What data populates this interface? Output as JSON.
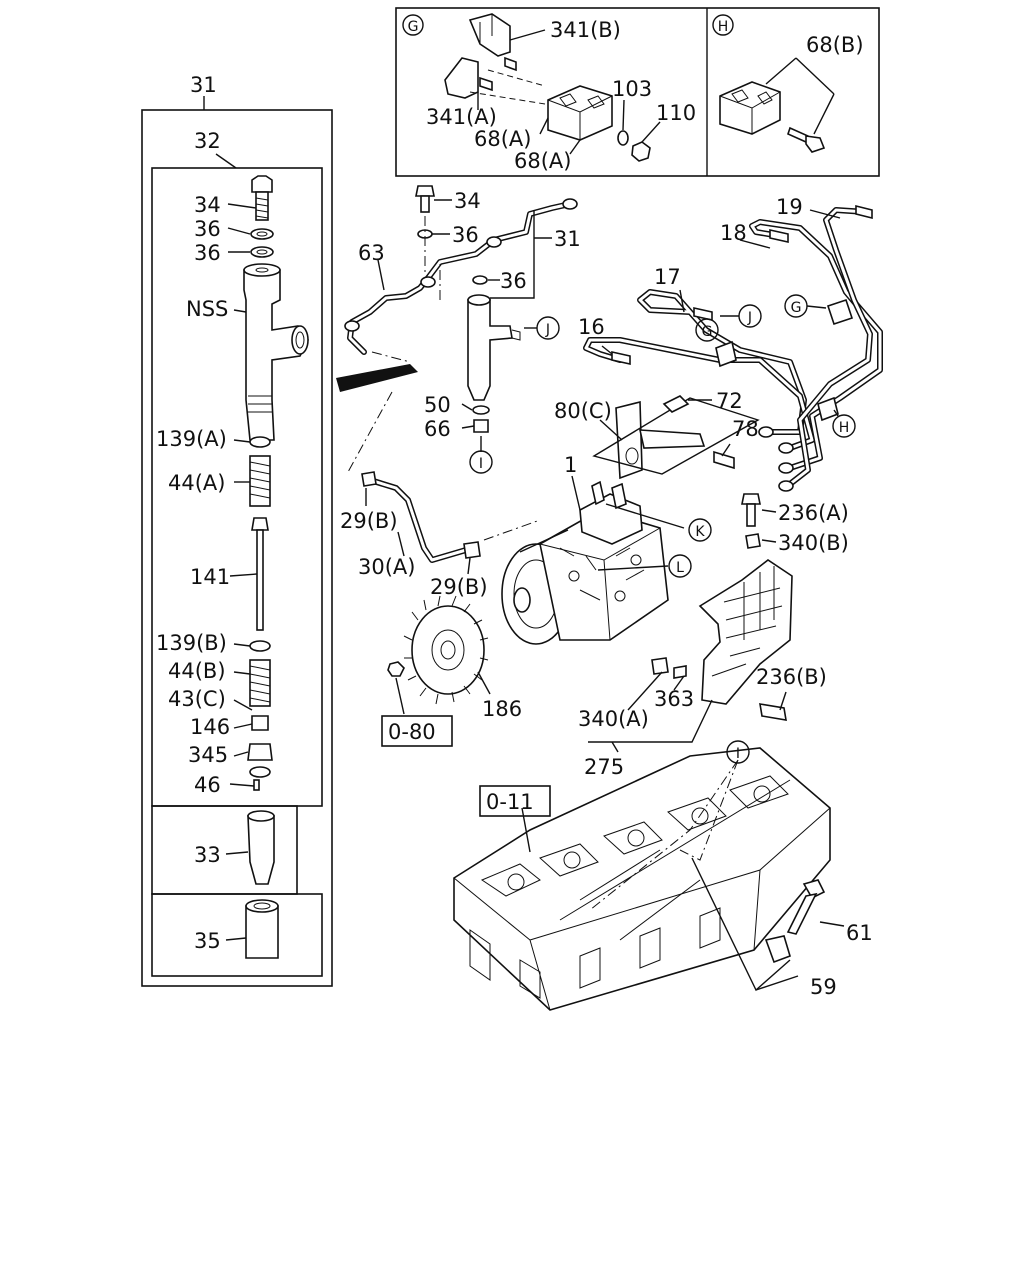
{
  "inset_g": {
    "marker": "G",
    "labels": [
      "341(B)",
      "341(A)",
      "68(A)",
      "68(A)",
      "103",
      "110"
    ]
  },
  "inset_h": {
    "marker": "H",
    "labels": [
      "68(B)"
    ]
  },
  "injector_assembly": {
    "outer_label": "31",
    "inner_label": "32",
    "parts": [
      {
        "label": "34"
      },
      {
        "label": "36"
      },
      {
        "label": "36"
      },
      {
        "label": "NSS"
      },
      {
        "label": "139(A)"
      },
      {
        "label": "44(A)"
      },
      {
        "label": "141"
      },
      {
        "label": "139(B)"
      },
      {
        "label": "44(B)"
      },
      {
        "label": "43(C)"
      },
      {
        "label": "146"
      },
      {
        "label": "345"
      },
      {
        "label": "46"
      }
    ],
    "nozzle_label": "33",
    "sleeve_label": "35"
  },
  "main_labels": [
    "34",
    "36",
    "31",
    "36",
    "63",
    "17",
    "18",
    "19",
    "16",
    "80(C)",
    "72",
    "78",
    "50",
    "66",
    "1",
    "29(B)",
    "30(A)",
    "29(B)",
    "236(A)",
    "340(B)",
    "186",
    "236(B)",
    "340(A)",
    "363",
    "275",
    "61",
    "59"
  ],
  "circle_markers": [
    "J",
    "G",
    "J",
    "G",
    "H",
    "I",
    "K",
    "L",
    "I"
  ],
  "ref_boxes": [
    "0-80",
    "0-11"
  ]
}
